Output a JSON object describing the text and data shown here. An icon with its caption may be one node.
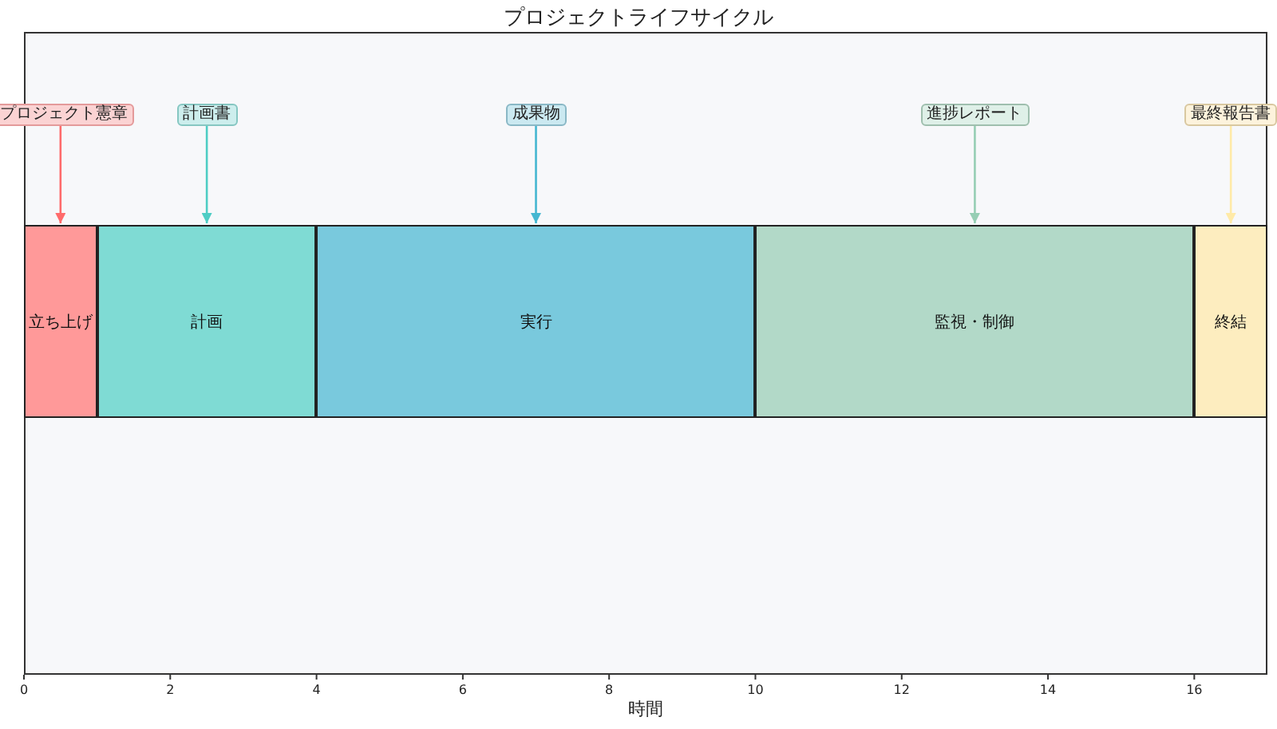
{
  "diagram": {
    "title": "プロジェクトライフサイクル",
    "nodes": [
      {
        "text": [
          "立ち上げ"
        ]
      },
      {
        "text": [
          "計画"
        ]
      },
      {
        "text": [
          "実行"
        ]
      },
      {
        "text": [
          "監視・制御"
        ]
      },
      {
        "text": [
          "終結"
        ]
      },
      {
        "text": [
          "プロジェクト憲章"
        ]
      },
      {
        "text": [
          "計画書"
        ]
      },
      {
        "text": [
          "成果物"
        ]
      },
      {
        "text": [
          "進捗レポート"
        ]
      },
      {
        "text": [
          "最終報告書"
        ]
      }
    ],
    "edges": [
      {
        "from": 5,
        "to": 0,
        "arrow": "to",
        "color": "#ff6b6b"
      },
      {
        "from": 6,
        "to": 1,
        "arrow": "to",
        "color": "#4ecdc4"
      },
      {
        "from": 7,
        "to": 2,
        "arrow": "to",
        "color": "#45b7d1"
      },
      {
        "from": 8,
        "to": 3,
        "arrow": "to",
        "color": "#96ceb4"
      },
      {
        "from": 9,
        "to": 4,
        "arrow": "to",
        "color": "#ffeaa7"
      }
    ],
    "labels": [
      "0",
      "2",
      "4",
      "6",
      "8",
      "10",
      "12",
      "14",
      "16",
      "時間"
    ]
  }
}
